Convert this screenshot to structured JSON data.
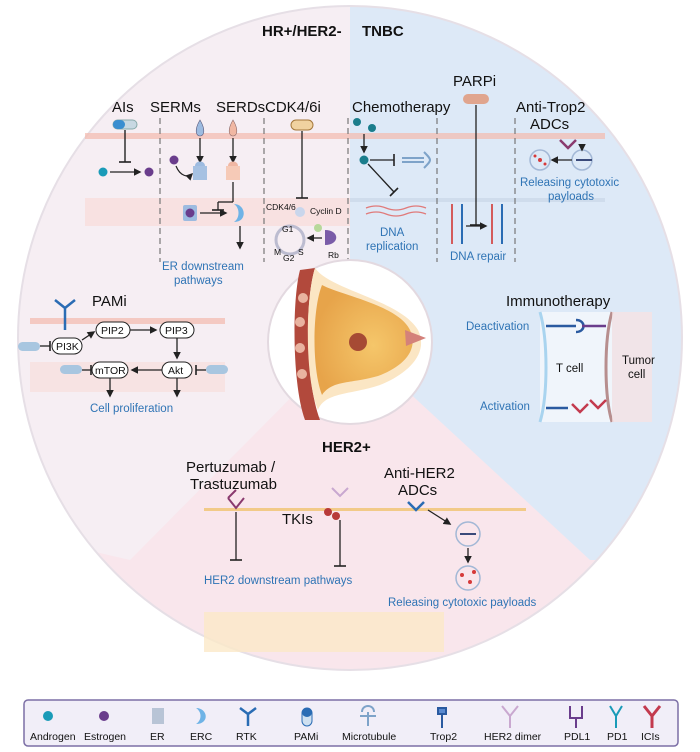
{
  "sections": {
    "hr_pos": "HR+/HER2-",
    "tnbc": "TNBC",
    "her2_pos": "HER2+"
  },
  "drugs": {
    "ais": "AIs",
    "serms": "SERMs",
    "serds": "SERDs",
    "cdk46i": "CDK4/6i",
    "chemo": "Chemotherapy",
    "parpi": "PARPi",
    "anti_trop2_line1": "Anti-Trop2",
    "anti_trop2_line2": "ADCs",
    "immuno": "Immunotherapy",
    "pami": "PAMi",
    "pertuzumab_line1": "Pertuzumab /",
    "pertuzumab_line2": "Trastuzumab",
    "tkis": "TKIs",
    "anti_her2_line1": "Anti-HER2",
    "anti_her2_line2": "ADCs"
  },
  "labels": {
    "er_downstream_1": "ER downstream",
    "er_downstream_2": "pathways",
    "cdk46": "CDK4/6",
    "cyclin_d": "Cyclin D",
    "rb": "Rb",
    "g1": "G1",
    "g2": "G2",
    "s": "S",
    "m": "M",
    "dna_replication_1": "DNA",
    "dna_replication_2": "replication",
    "dna_repair": "DNA repair",
    "trop2_release_1": "Releasing cytotoxic",
    "trop2_release_2": "payloads",
    "deactivation": "Deactivation",
    "activation": "Activation",
    "t_cell": "T cell",
    "tumor_1": "Tumor",
    "tumor_2": "cell",
    "pi3k": "PI3K",
    "pip2": "PIP2",
    "pip3": "PIP3",
    "mtor": "mTOR",
    "akt": "Akt",
    "cell_prolif": "Cell proliferation",
    "her2_downstream": "HER2 downstream pathways",
    "her2_release": "Releasing cytotoxic payloads"
  },
  "legend": {
    "androgen": "Androgen",
    "estrogen": "Estrogen",
    "er": "ER",
    "erc": "ERC",
    "rtk": "RTK",
    "pami": "PAMi",
    "microtubule": "Microtubule",
    "trop2": "Trop2",
    "her2_dimer": "HER2 dimer",
    "pdl1": "PDL1",
    "pd1": "PD1",
    "icis": "ICIs"
  },
  "colors": {
    "hr_bg": "#f6eef3",
    "tnbc_bg": "#dde9f7",
    "her2_bg": "#f9e6ec",
    "label_blue": "#2f74b5",
    "androgen": "#1a9bb8",
    "estrogen": "#6a3d8c",
    "membrane": "#f4b9ad",
    "legend_bg": "#f1eef8",
    "legend_border": "#7c6fa6"
  }
}
